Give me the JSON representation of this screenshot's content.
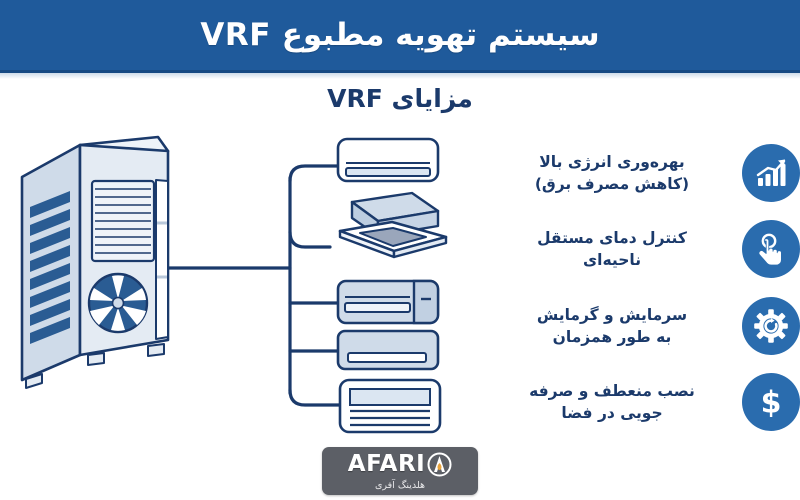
{
  "header": {
    "title": "سیستم تهویه مطبوع VRF",
    "bg_color": "#1f5a9b",
    "text_color": "#ffffff"
  },
  "subtitle": {
    "text": "مزایای VRF",
    "color": "#1b3a6b"
  },
  "diagram": {
    "outdoor_unit": {
      "name": "VRF outdoor condensing unit",
      "body_color": "#dfe6ef",
      "outline_color": "#1b3a6b",
      "fan_color": "#2a5c93"
    },
    "indoor_units": [
      {
        "type": "wall-mounted split",
        "label": ""
      },
      {
        "type": "ceiling cassette",
        "label": ""
      },
      {
        "type": "wall-mounted split with side panel",
        "label": ""
      },
      {
        "type": "wall-mounted slim split",
        "label": ""
      },
      {
        "type": "floor console / ducted unit",
        "label": ""
      }
    ],
    "pipe_color": "#1b3a6b",
    "branch_count": 5
  },
  "benefits": {
    "icon_circle_color": "#2a6cae",
    "text_color": "#1b3a6b",
    "items": [
      {
        "icon": "bar-chart-growth-icon",
        "line1": "بهره‌وری انرژی بالا",
        "line2": "(کاهش مصرف برق)"
      },
      {
        "icon": "touch-hand-icon",
        "line1": "کنترل دمای مستقل",
        "line2": "ناحیه‌ای"
      },
      {
        "icon": "gear-refresh-icon",
        "line1": "سرمایش و گرمایش",
        "line2": "به طور همزمان"
      },
      {
        "icon": "dollar-sign-icon",
        "line1": "نصب منعطف و صرفه",
        "line2": "جویی در فضا"
      }
    ]
  },
  "logo": {
    "wordmark": "AFARI",
    "tagline": "هلدینگ آفری",
    "badge_color": "#5c5f66",
    "mark": "flame-a-icon"
  }
}
